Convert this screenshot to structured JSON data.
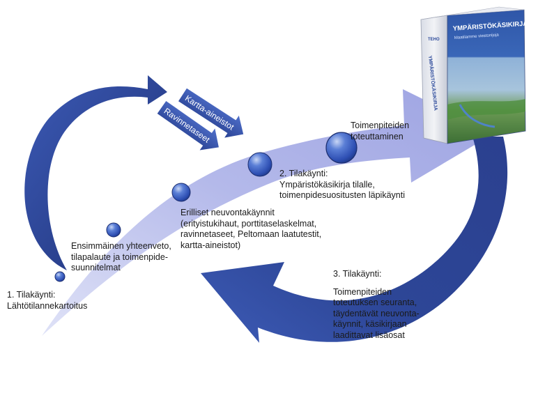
{
  "colors": {
    "dark_blue": "#2a3f8f",
    "light_arrow": "#aab0e6",
    "small_arrow": "#3c57ae",
    "bubble": "#3e63c8",
    "text": "#1a1a1a"
  },
  "arrows": {
    "kartta": "Kartta-aineistot",
    "ravinne": "Ravinnetaseet"
  },
  "book": {
    "title": "YMPÄRISTÖKÄSIKIRJA",
    "subtitle": "Maatilamme viestonijoja",
    "spine": "YMPÄRISTÖKÄSIKIRJA",
    "logo": "TEHO"
  },
  "labels": {
    "visit1": [
      "1. Tilakäynti:",
      "Lähtötilannekartoitus"
    ],
    "first": [
      "Ensimmäinen yhteenveto,",
      "tilapalaute ja toimenpide-",
      "suunnitelmat"
    ],
    "separate": [
      "Erilliset neuvontakäynnit",
      "(erityistukihaut, porttitaselaskelmat,",
      "ravinnetaseet, Peltomaan laatutestit,",
      "kartta-aineistot)"
    ],
    "visit2": [
      "2. Tilakäynti:",
      "Ympäristökäsikirja tilalle,",
      "toimenpidesuositusten läpikäynti"
    ],
    "impl": [
      "Toimenpiteiden",
      "toteuttaminen"
    ],
    "visit3_title": "3. Tilakäynti:",
    "visit3": [
      "Toimenpiteiden",
      "toteutuksen seuranta,",
      "täydentävät neuvonta-",
      "käynnit, käsikirjaan",
      "laadittavat lisäosat"
    ]
  }
}
